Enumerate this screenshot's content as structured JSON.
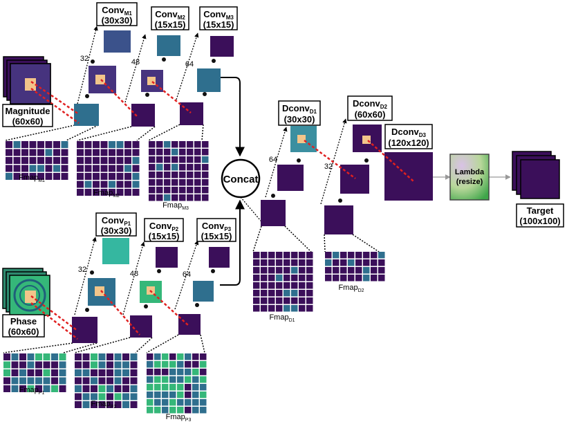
{
  "inputs": {
    "magnitude": {
      "name": "Magnitude",
      "size": "(60x60)"
    },
    "phase": {
      "name": "Phase",
      "size": "(60x60)"
    }
  },
  "conv_blocks": {
    "m1": {
      "name": "Conv",
      "sub": "M1",
      "size": "(30x30)"
    },
    "m2": {
      "name": "Conv",
      "sub": "M2",
      "size": "(15x15)"
    },
    "m3": {
      "name": "Conv",
      "sub": "M3",
      "size": "(15x15)"
    },
    "p1": {
      "name": "Conv",
      "sub": "P1",
      "size": "(30x30)"
    },
    "p2": {
      "name": "Conv",
      "sub": "P2",
      "size": "(15x15)"
    },
    "p3": {
      "name": "Conv",
      "sub": "P3",
      "size": "(15x15)"
    }
  },
  "dconv_blocks": {
    "d1": {
      "name": "Dconv",
      "sub": "D1",
      "size": "(30x30)"
    },
    "d2": {
      "name": "Dconv",
      "sub": "D2",
      "size": "(60x60)"
    },
    "d3": {
      "name": "Dconv",
      "sub": "D3",
      "size": "(120x120)"
    }
  },
  "filter_counts": {
    "m1": "32",
    "m2": "48",
    "m3": "64",
    "p1": "32",
    "p2": "48",
    "p3": "64",
    "d1": "64",
    "d2": "32"
  },
  "fmaps": {
    "m1": {
      "name": "Fmap",
      "sub": "M1"
    },
    "m2": {
      "name": "Fmap",
      "sub": "M2"
    },
    "m3": {
      "name": "Fmap",
      "sub": "M3"
    },
    "p1": {
      "name": "Fmap",
      "sub": "P1"
    },
    "p2": {
      "name": "Fmap",
      "sub": "P2"
    },
    "p3": {
      "name": "Fmap",
      "sub": "P3"
    },
    "d1": {
      "name": "Fmap",
      "sub": "D1"
    },
    "d2": {
      "name": "Fmap",
      "sub": "D2"
    }
  },
  "concat": {
    "label": "Concat"
  },
  "lambda": {
    "line1": "Lambda",
    "line2": "(resize)"
  },
  "target": {
    "name": "Target",
    "size": "(100x100)"
  },
  "colors": {
    "map_dark": "#3b0f5a",
    "map_mid": "#2f6f8e",
    "map_bright": "#35b779",
    "highlight": "#fde725",
    "arrow_red": "#e02020"
  }
}
